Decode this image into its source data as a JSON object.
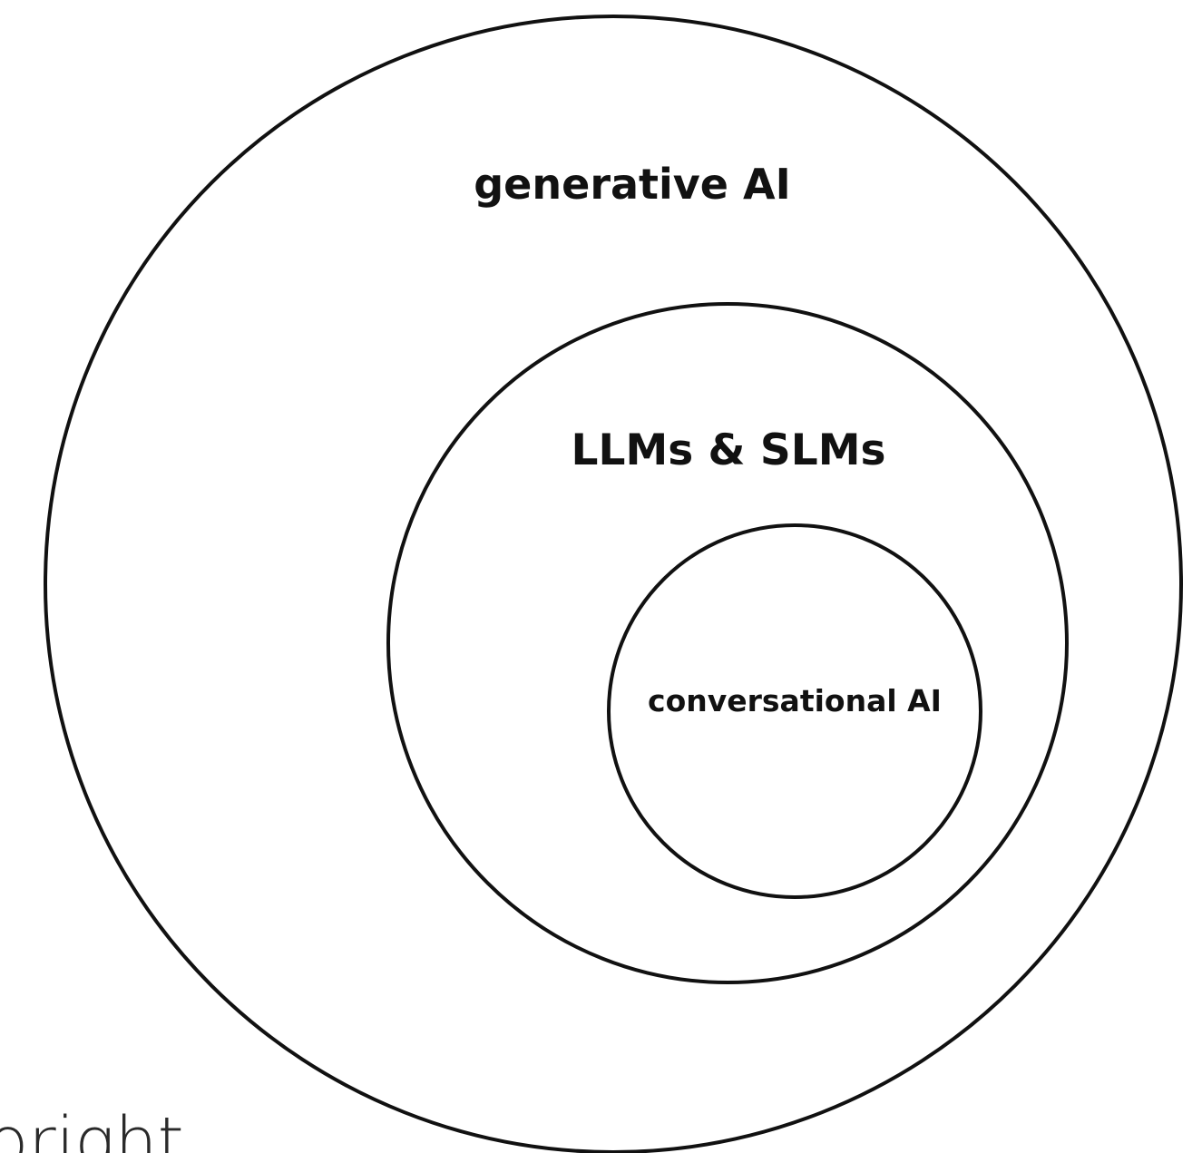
{
  "diagram": {
    "type": "nested-circles",
    "levels": [
      {
        "label": "generative AI"
      },
      {
        "label": "LLMs & SLMs"
      },
      {
        "label": "conversational AI"
      }
    ],
    "watermark_text": "oright"
  },
  "colors": {
    "background": "#ffffff",
    "stroke": "#111111",
    "text": "#111111"
  }
}
